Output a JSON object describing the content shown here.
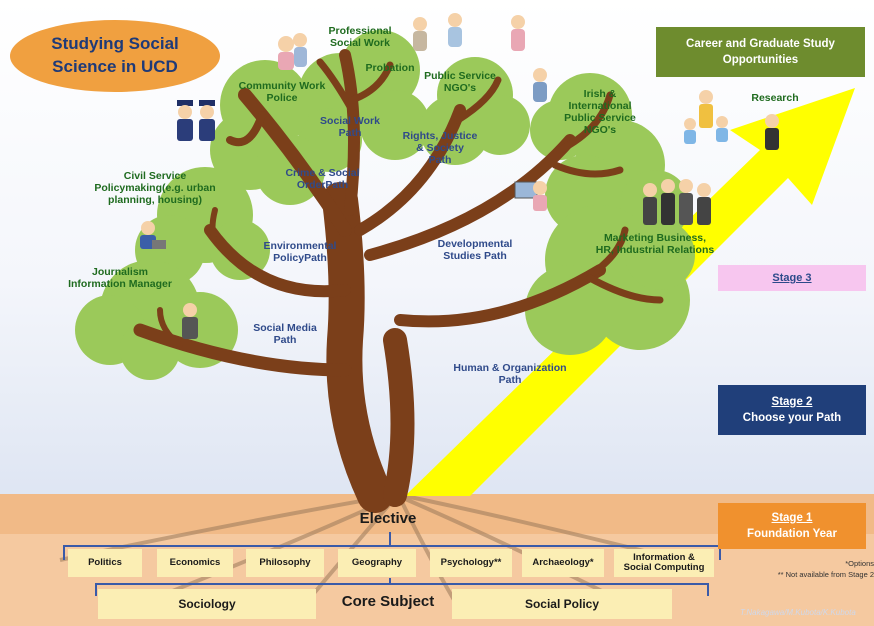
{
  "title": "Studying Social\nScience in UCD",
  "career": "Career and Graduate Study\nOpportunities",
  "stages": {
    "stage3": "Stage 3",
    "stage2_title": "Stage 2",
    "stage2_sub": "Choose your Path",
    "stage1_title": "Stage 1",
    "stage1_sub": "Foundation Year"
  },
  "careers": {
    "professional": "Professional\nSocial Work",
    "probation": "Probation",
    "community": "Community Work\nPolice",
    "public_ngo": "Public Service\nNGO's",
    "irish": "Irish &\nInternational\nPublic Service\nNGO's",
    "research": "Research",
    "civil": "Civil Service\nPolicymaking(e.g. urban\nplanning, housing)",
    "marketing": "Marketing Business,\nHR, Industrial Relations",
    "journalism": "Journalism\nInformation Manager"
  },
  "paths": {
    "social_work": "Social Work\nPath",
    "rights": "Rights, Justice\n& Society\nPath",
    "crime": "Crime & Social\nOrderPath",
    "environmental": "Environmental\nPolicyPath",
    "developmental": "Developmental\nStudies Path",
    "social_media": "Social Media\nPath",
    "human_org": "Human & Organization\nPath"
  },
  "elective": {
    "label": "Elective",
    "subjects": [
      "Politics",
      "Economics",
      "Philosophy",
      "Geography",
      "Psychology**",
      "Archaeology*",
      "Information &\nSocial Computing"
    ]
  },
  "core": {
    "label": "Core Subject",
    "subjects": [
      "Sociology",
      "Social Policy"
    ]
  },
  "notes": {
    "options": "*Options",
    "not_available": "** Not available from Stage 2"
  },
  "credit": "T.Nakagawa/M.Kubota/K.Kubota",
  "colors": {
    "foliage": "#9bc95a",
    "trunk": "#7b3f1a",
    "ground": "#f2b98a",
    "arrow": "#ffff00",
    "career_box": "#6e8c2e",
    "stage1": "#f0912e",
    "stage2": "#203f7a",
    "stage3": "#f7c6ef"
  },
  "icons": [
    "people-cluster-icon",
    "police-officers-icon",
    "person-laptop-icon",
    "business-woman-icon",
    "teacher-children-icon",
    "researcher-icon",
    "business-people-icon",
    "person-computer-icon"
  ]
}
